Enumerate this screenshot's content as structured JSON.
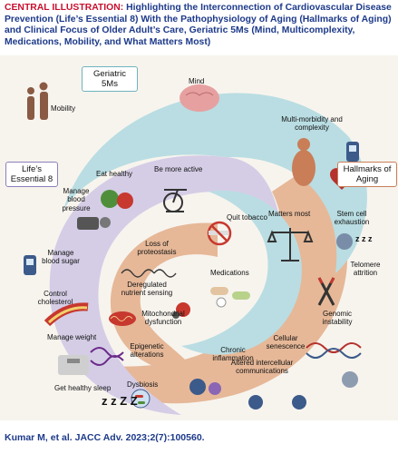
{
  "header": {
    "label": "CENTRAL ILLUSTRATION:",
    "title": "Highlighting the Interconnection of Cardiovascular Disease Prevention (Life’s Essential 8) With the Pathophysiology of Aging (Hallmarks of Aging) and Clinical Focus of Older Adult’s Care, Geriatric 5Ms (Mind, Multicomplexity, Medications, Mobility, and What Matters Most)"
  },
  "sections": {
    "geriatric": "Geriatric 5Ms",
    "lifes": "Life’s Essential 8",
    "hallmarks": "Hallmarks of Aging"
  },
  "geriatric_items": {
    "mobility": "Mobility",
    "mind": "Mind",
    "multimorbidity": "Multi-morbidity and complexity",
    "matters": "Matters most",
    "medications": "Medications"
  },
  "le8_items": {
    "eat": "Eat healthy",
    "active": "Be more active",
    "tobacco": "Quit tobacco",
    "bp": "Manage blood pressure",
    "sugar": "Manage blood sugar",
    "chol": "Control cholesterol",
    "weight": "Manage weight",
    "sleep": "Get healthy sleep"
  },
  "hallmark_items": {
    "proteostasis": "Loss of proteostasis",
    "nutrient": "Deregulated nutrient sensing",
    "mito": "Mitochondrial dysfunction",
    "epigenetic": "Epigenetic alterations",
    "inflammation": "Chronic inflammation",
    "dysbiosis": "Dysbiosis",
    "stem": "Stem cell exhaustion",
    "telomere": "Telomere attrition",
    "genomic": "Genomic instability",
    "senescence": "Cellular senescence",
    "intercellular": "Altered intercellular communications"
  },
  "sleep_glyph": "z z Z Z",
  "stem_glyph": "z z z",
  "citation": "Kumar M, et al. JACC Adv. 2023;2(7):100560.",
  "colors": {
    "geriatric": "#b9dde2",
    "lifes": "#d5cde6",
    "hallmarks": "#e6b898",
    "title_blue": "#1d3a8a",
    "title_red": "#c8102e"
  }
}
